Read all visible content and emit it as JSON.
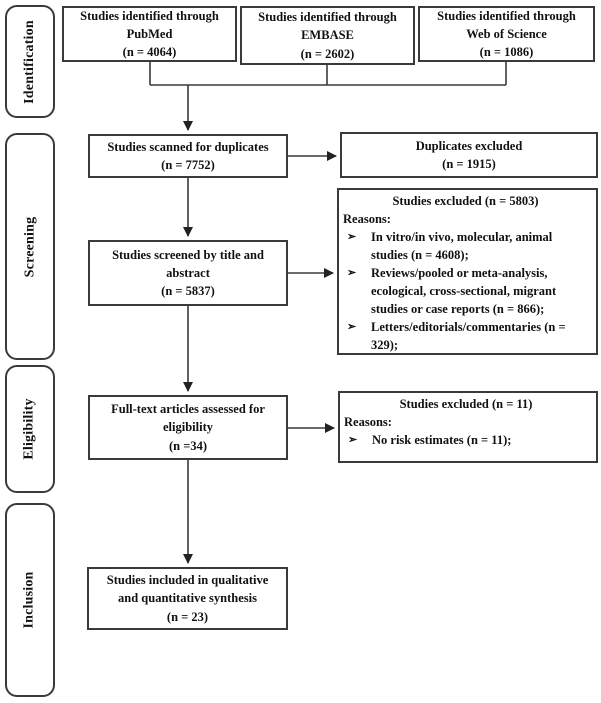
{
  "colors": {
    "background": "#ffffff",
    "border": "#3a3a3a",
    "text": "#111111"
  },
  "sidebar": {
    "stages": [
      {
        "label": "Identification"
      },
      {
        "label": "Screening"
      },
      {
        "label": "Eligibility"
      },
      {
        "label": "Inclusion"
      }
    ]
  },
  "sources": [
    {
      "text": "Studies identified through\nPubMed\n(n = 4064)"
    },
    {
      "text": "Studies identified through\nEMBASE\n(n = 2602)"
    },
    {
      "text": "Studies identified through\nWeb of Science\n(n = 1086)"
    }
  ],
  "flow": {
    "scanned": {
      "text": "Studies scanned for duplicates\n(n = 7752)"
    },
    "screened": {
      "text": "Studies screened by title and\nabstract\n(n = 5837)"
    },
    "fulltext": {
      "text": "Full-text articles assessed for\neligibility\n(n =34)"
    },
    "included": {
      "text": "Studies included in qualitative\nand quantitative synthesis\n(n = 23)"
    }
  },
  "exclusions": {
    "duplicates": {
      "text": "Duplicates excluded\n(n = 1915)"
    },
    "screening": {
      "title": "Studies excluded (n = 5803)",
      "reasons_label": "Reasons:",
      "bullet_glyph": "➢",
      "items": [
        "In vitro/in vivo, molecular, animal studies (n = 4608);",
        "Reviews/pooled or meta-analysis, ecological, cross-sectional, migrant studies or case reports (n = 866);",
        "Letters/editorials/commentaries (n = 329);"
      ]
    },
    "eligibility": {
      "title": "Studies excluded (n = 11)",
      "reasons_label": "Reasons:",
      "bullet_glyph": "➢",
      "items": [
        "No risk estimates (n = 11);"
      ]
    }
  }
}
